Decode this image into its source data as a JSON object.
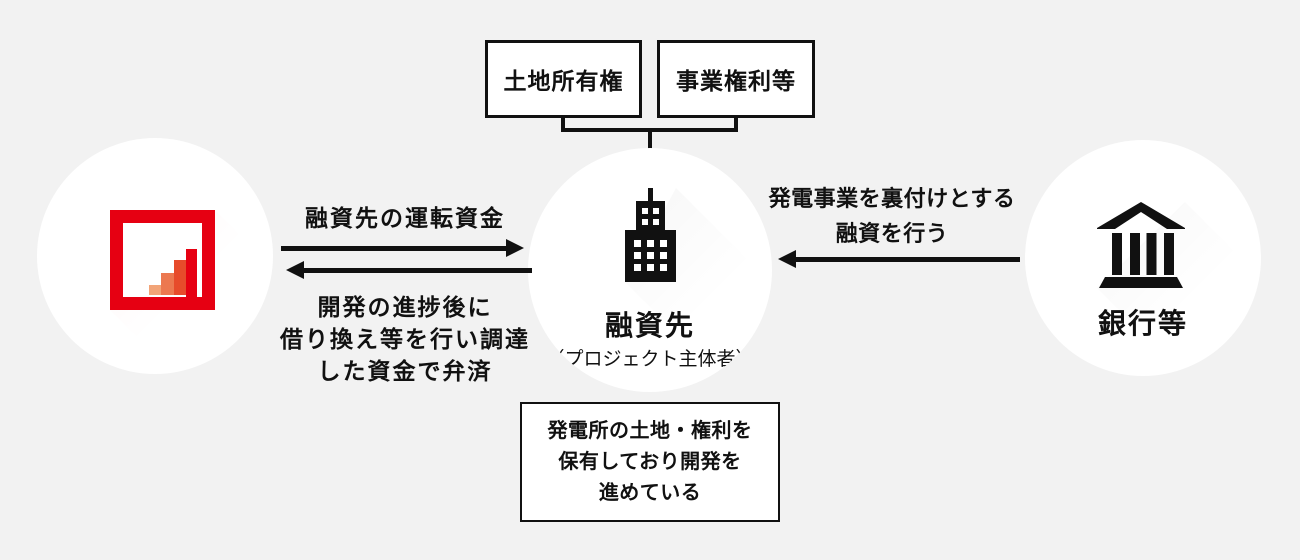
{
  "colors": {
    "background": "#f2f2f2",
    "line": "#111111",
    "accent_red": "#e60012",
    "logo_bars": [
      "#f2a478",
      "#ec7850",
      "#e74b2b",
      "#e60012"
    ]
  },
  "top_boxes": [
    {
      "label": "土地所有権"
    },
    {
      "label": "事業権利等"
    }
  ],
  "entities": {
    "lender": {
      "icon": "bar-chart-logo"
    },
    "project": {
      "title": "融資先",
      "subtitle": "（プロジェクト主体者）",
      "icon": "office-building-icon"
    },
    "bank": {
      "title": "銀行等",
      "icon": "bank-icon"
    }
  },
  "flows": {
    "working_capital": {
      "label": "融資先の運転資金",
      "direction": "lender-to-project"
    },
    "repayment": {
      "lines": [
        "開発の進捗後に",
        "借り換え等を行い調達",
        "した資金で弁済"
      ],
      "direction": "project-to-lender"
    },
    "loan": {
      "lines": [
        "発電事業を裏付けとする",
        "融資を行う"
      ],
      "direction": "bank-to-project"
    }
  },
  "note": {
    "lines": [
      "発電所の土地・権利を",
      "保有しており開発を",
      "進めている"
    ]
  }
}
